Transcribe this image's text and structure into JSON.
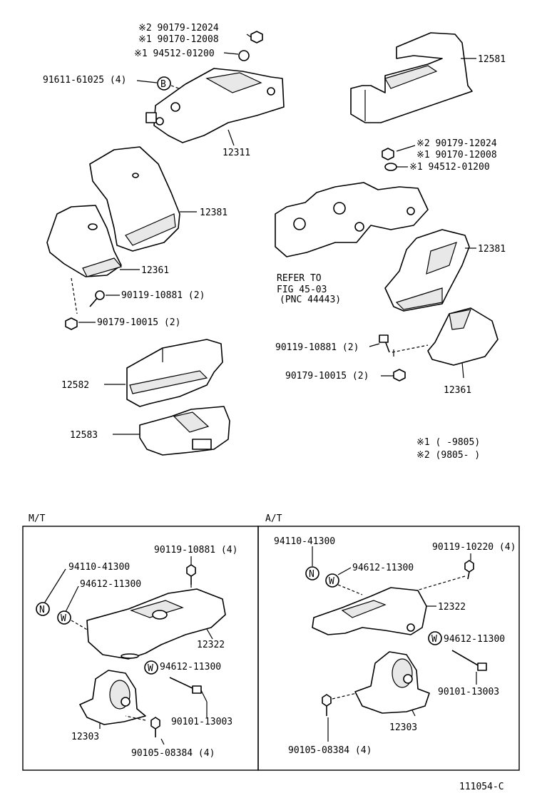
{
  "labels": {
    "upper_nut_a": "※2 90179-12024",
    "upper_nut_b": "※1 90170-12008",
    "upper_washer": "※1 94512-01200",
    "bolt_b": "91611-61025 (4)",
    "bolt_b_symbol": "B",
    "part_12581": "12581",
    "part_12311": "12311",
    "right_nut_a": "※2 90179-12024",
    "right_nut_b": "※1 90170-12008",
    "right_washer": "※1 94512-01200",
    "part_12381_left": "12381",
    "part_12361_left": "12361",
    "bolt_left": "90119-10881 (2)",
    "nut_left": "90179-10015 (2)",
    "refer_line1": "REFER TO",
    "refer_line2": "FIG 45-03",
    "refer_line3": "(PNC 44443)",
    "part_12381_right": "12381",
    "bolt_right": "90119-10881 (2)",
    "nut_right": "90179-10015 (2)",
    "part_12361_right": "12361",
    "part_12582": "12582",
    "part_12583": "12583",
    "note1": "※1 (      -9805)",
    "note2": "※2 (9805-      )",
    "mt_title": "M/T",
    "at_title": "A/T",
    "mt_bolt_top": "90119-10881 (4)",
    "mt_nut_n": "94110-41300",
    "mt_washer_w": "94612-11300",
    "mt_part_12322": "12322",
    "mt_washer_w2": "94612-11300",
    "mt_bolt_90101": "90101-13003",
    "mt_part_12303": "12303",
    "mt_bolt_bottom": "90105-08384 (4)",
    "at_nut_n": "94110-41300",
    "at_bolt_top": "90119-10220 (4)",
    "at_washer_w": "94612-11300",
    "at_part_12322": "12322",
    "at_washer_w2": "94612-11300",
    "at_bolt_90101": "90101-13003",
    "at_part_12303": "12303",
    "at_bolt_bottom": "90105-08384 (4)",
    "symbol_n": "N",
    "symbol_w": "W",
    "figure_id": "111054-C"
  }
}
